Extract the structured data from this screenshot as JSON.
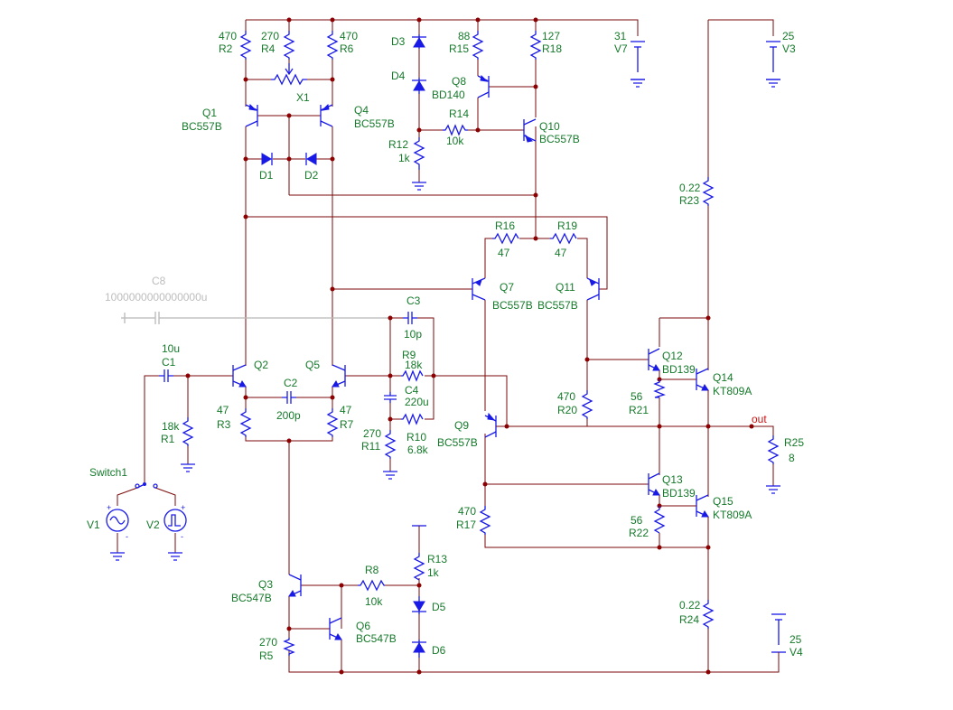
{
  "labels": {
    "R2": [
      "470",
      "R2"
    ],
    "R4": [
      "270",
      "R4"
    ],
    "R6": [
      "470",
      "R6"
    ],
    "X1": "X1",
    "Q1": [
      "Q1",
      "BC557B"
    ],
    "Q4": [
      "Q4",
      "BC557B"
    ],
    "D1": "D1",
    "D2": "D2",
    "D3": "D3",
    "D4": "D4",
    "D5": "D5",
    "D6": "D6",
    "R15": [
      "88",
      "R15"
    ],
    "R18": [
      "127",
      "R18"
    ],
    "V7": [
      "31",
      "V7"
    ],
    "V3": [
      "25",
      "V3"
    ],
    "V4": [
      "25",
      "V4"
    ],
    "Q8": [
      "Q8",
      "BD140"
    ],
    "R14": [
      "R14",
      "10k"
    ],
    "Q10": [
      "Q10",
      "BC557B"
    ],
    "R12": [
      "R12",
      "1k"
    ],
    "R23": [
      "0.22",
      "R23"
    ],
    "R16": [
      "R16",
      "47"
    ],
    "R19": [
      "R19",
      "47"
    ],
    "C8": [
      "C8",
      "1000000000000000u"
    ],
    "Q7": [
      "Q7",
      "BC557B"
    ],
    "Q11": [
      "Q11",
      "BC557B"
    ],
    "C3": [
      "C3",
      "10p"
    ],
    "C1": [
      "10u",
      "C1"
    ],
    "Q2": "Q2",
    "Q5": "Q5",
    "C2": [
      "C2",
      "200p"
    ],
    "R9": [
      "R9",
      "18k"
    ],
    "C4": [
      "C4",
      "220u"
    ],
    "Q12": [
      "Q12",
      "BD139"
    ],
    "Q14": [
      "Q14",
      "KT809A"
    ],
    "R1": [
      "18k",
      "R1"
    ],
    "R3": [
      "47",
      "R3"
    ],
    "R7": [
      "47",
      "R7"
    ],
    "R11": [
      "270",
      "R11"
    ],
    "R10": [
      "R10",
      "6.8k"
    ],
    "Q9": [
      "Q9",
      "BC557B"
    ],
    "R20": [
      "470",
      "R20"
    ],
    "R21": [
      "56",
      "R21"
    ],
    "out": "out",
    "R25": [
      "R25",
      "8"
    ],
    "Switch1": "Switch1",
    "V1": "V1",
    "V2": "V2",
    "Q13": [
      "Q13",
      "BD139"
    ],
    "Q15": [
      "Q15",
      "KT809A"
    ],
    "R17": [
      "470",
      "R17"
    ],
    "R22": [
      "56",
      "R22"
    ],
    "R13": [
      "R13",
      "1k"
    ],
    "R8": [
      "R8",
      "10k"
    ],
    "Q3": [
      "Q3",
      "BC547B"
    ],
    "Q6": [
      "Q6",
      "BC547B"
    ],
    "R5": [
      "270",
      "R5"
    ],
    "R24": [
      "0.22",
      "R24"
    ]
  }
}
